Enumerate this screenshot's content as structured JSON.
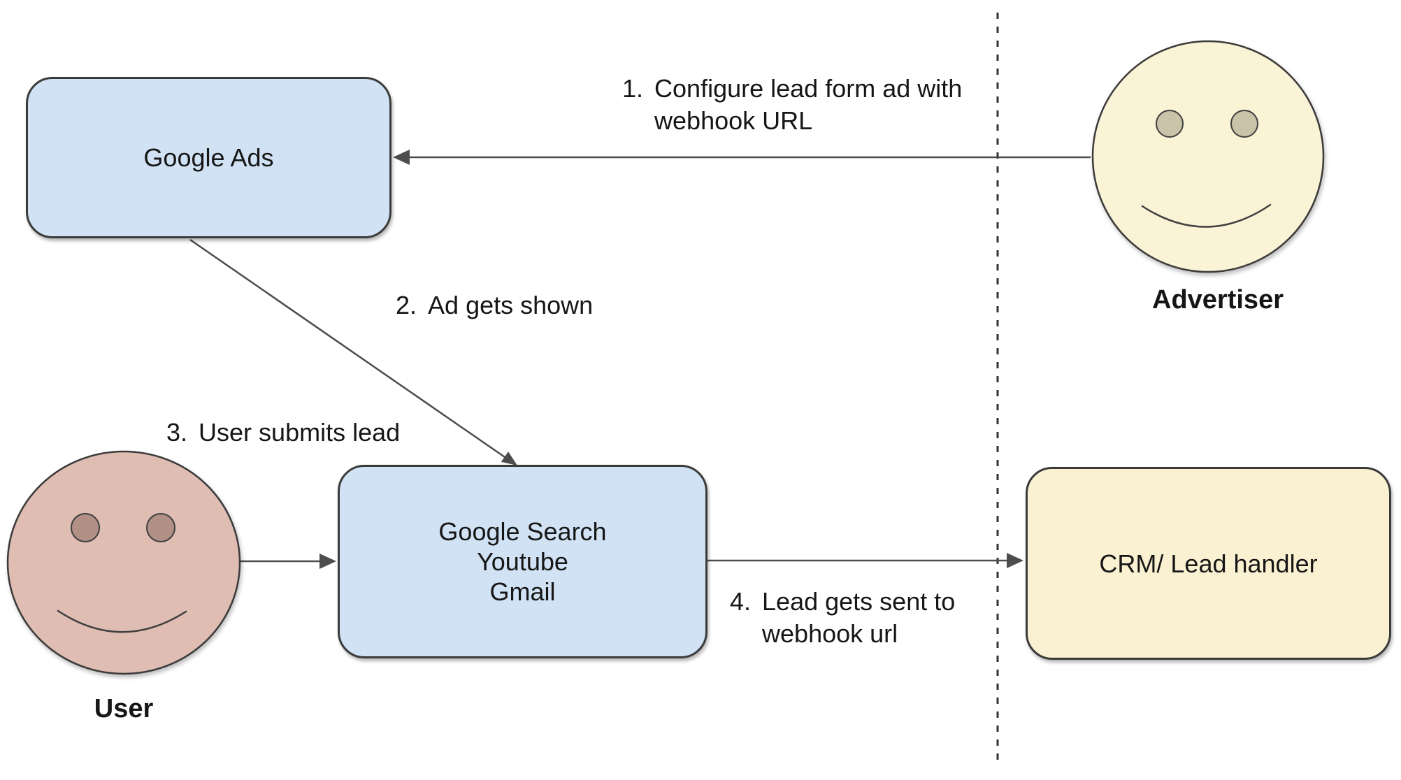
{
  "diagram": {
    "title_hint": "Lead form webhook flow",
    "canvas": {
      "background": "#ffffff",
      "divider_color": "#333333",
      "arrow_color": "#4d4d4d",
      "shape_border_color": "#3b3b3b",
      "text_color": "#161616"
    },
    "nodes": {
      "google_ads": {
        "label": "Google Ads",
        "fill": "#d0e2f3"
      },
      "channels": {
        "lines": [
          "Google Search",
          "Youtube",
          "Gmail"
        ],
        "fill": "#d0e2f3"
      },
      "crm": {
        "label": "CRM/ Lead handler",
        "fill": "#faf1d2"
      }
    },
    "actors": {
      "advertiser": {
        "label": "Advertiser",
        "face_fill": "#fbf3d6",
        "eye_fill": "#c9c3a9"
      },
      "user": {
        "label": "User",
        "face_fill": "#e0bdb3",
        "eye_fill": "#b29086"
      }
    },
    "steps": [
      {
        "number": "1.",
        "lines": [
          "Configure lead form ad with",
          "webhook URL"
        ]
      },
      {
        "number": "2.",
        "lines": [
          "Ad gets shown"
        ]
      },
      {
        "number": "3.",
        "lines": [
          "User submits lead"
        ]
      },
      {
        "number": "4.",
        "lines": [
          "Lead gets sent to",
          "webhook url"
        ]
      }
    ]
  }
}
